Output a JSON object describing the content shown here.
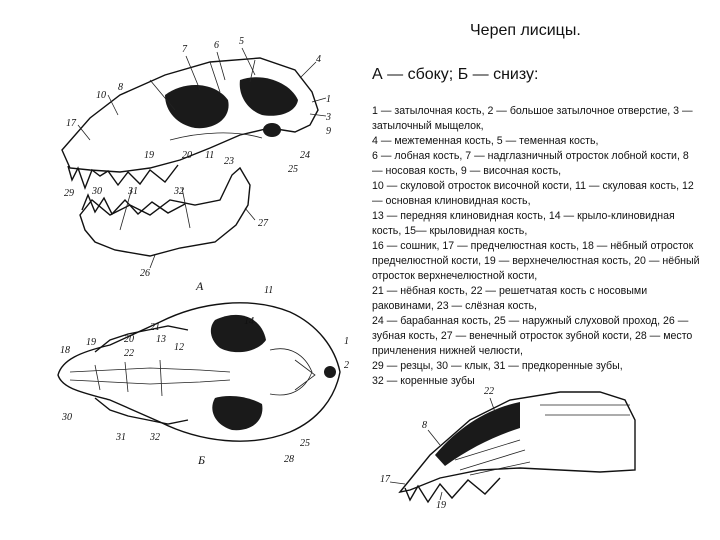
{
  "title": "Череп лисицы.",
  "subtitle": "А — сбоку; Б — снизу:",
  "legend": [
    "1 — затылочная кость, 2 — большое затылочное отверстие, 3 — затылочный мыщелок,",
    "4 — межтеменная кость, 5 — теменная кость,",
    "6 — лобная кость, 7 — надглазничный отросток лобной кости, 8 — носовая кость, 9 — височная кость,",
    "10 — скуловой отросток височной кости, 11 — скуловая кость, 12 — основная клиновидная кость,",
    "13 — передняя клиновидная кость, 14 — крыло-клиновидная кость, 15— крыловидная кость,",
    "16 — сошник, 17 — предчелюстная кость, 18 — нёбный отросток предчелюстной кости, 19 — верхнечелюстная кость, 20 — нёбный отросток верхнечелюстной кости,",
    "21 — нёбная   кость,  22 — решетчатая кость с носовыми раковинами, 23 — слёзная кость,",
    "24 — барабанная кость, 25 — наружный слуховой проход, 26 — зубная кость, 27 — венечный отросток зубной кости, 28 — место причленения нижней челюсти,",
    "29 — резцы, 30 — клык, 31 — предкоренные зубы,",
    "32 — коренные зубы"
  ],
  "figure_a": {
    "panel_label": "А",
    "numbers": [
      "7",
      "6",
      "5",
      "4",
      "1",
      "3",
      "9",
      "10",
      "8",
      "17",
      "19",
      "20",
      "11",
      "23",
      "24",
      "25",
      "29",
      "30",
      "31",
      "32",
      "27",
      "26"
    ]
  },
  "figure_b": {
    "panel_label": "Б",
    "numbers": [
      "11",
      "14",
      "21",
      "13",
      "12",
      "18",
      "19",
      "20",
      "22",
      "1",
      "2",
      "30",
      "31",
      "32",
      "25",
      "28"
    ]
  },
  "figure_c": {
    "numbers": [
      "22",
      "8",
      "17",
      "19"
    ]
  }
}
